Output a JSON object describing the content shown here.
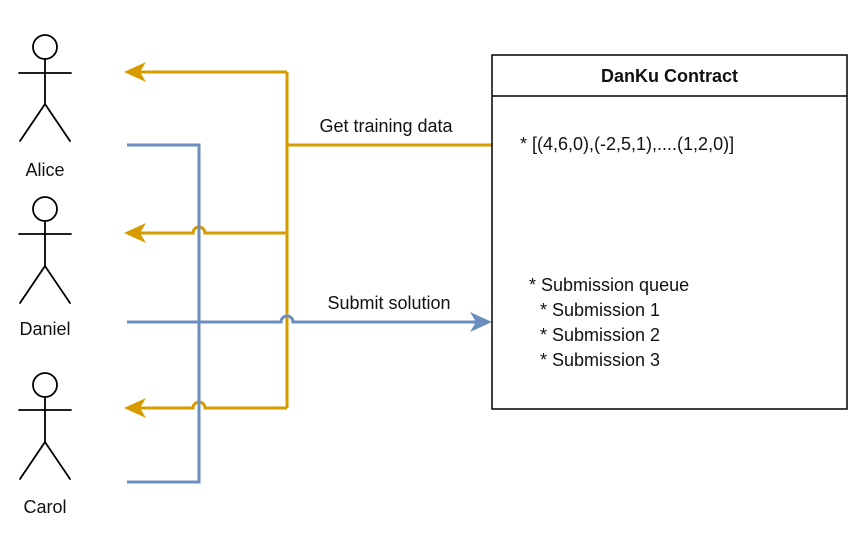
{
  "actors": [
    {
      "name": "Alice"
    },
    {
      "name": "Daniel"
    },
    {
      "name": "Carol"
    }
  ],
  "contract": {
    "title": "DanKu Contract",
    "training_data_line": "* [(4,6,0),(-2,5,1),....(1,2,0)]",
    "queue_lines": [
      "* Submission queue",
      "* Submission 1",
      "* Submission 2",
      "* Submission 3"
    ]
  },
  "edges": {
    "get_training_data_label": "Get training data",
    "submit_solution_label": "Submit solution"
  },
  "colors": {
    "orange": "#D79B00",
    "blue": "#6C8EBF",
    "black": "#000000"
  }
}
